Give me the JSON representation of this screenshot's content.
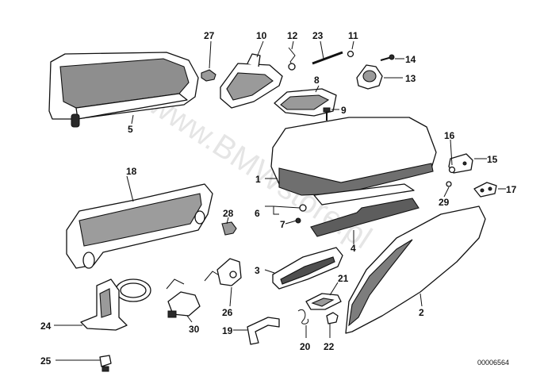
{
  "diagram": {
    "watermark": "www.BMWstore.pl",
    "drawing_code": "00006564",
    "labels": [
      "1",
      "2",
      "3",
      "4",
      "5",
      "6",
      "7",
      "8",
      "9",
      "10",
      "11",
      "12",
      "13",
      "14",
      "15",
      "16",
      "17",
      "18",
      "19",
      "20",
      "21",
      "22",
      "23",
      "24",
      "25",
      "26",
      "27",
      "28",
      "29",
      "30"
    ]
  }
}
